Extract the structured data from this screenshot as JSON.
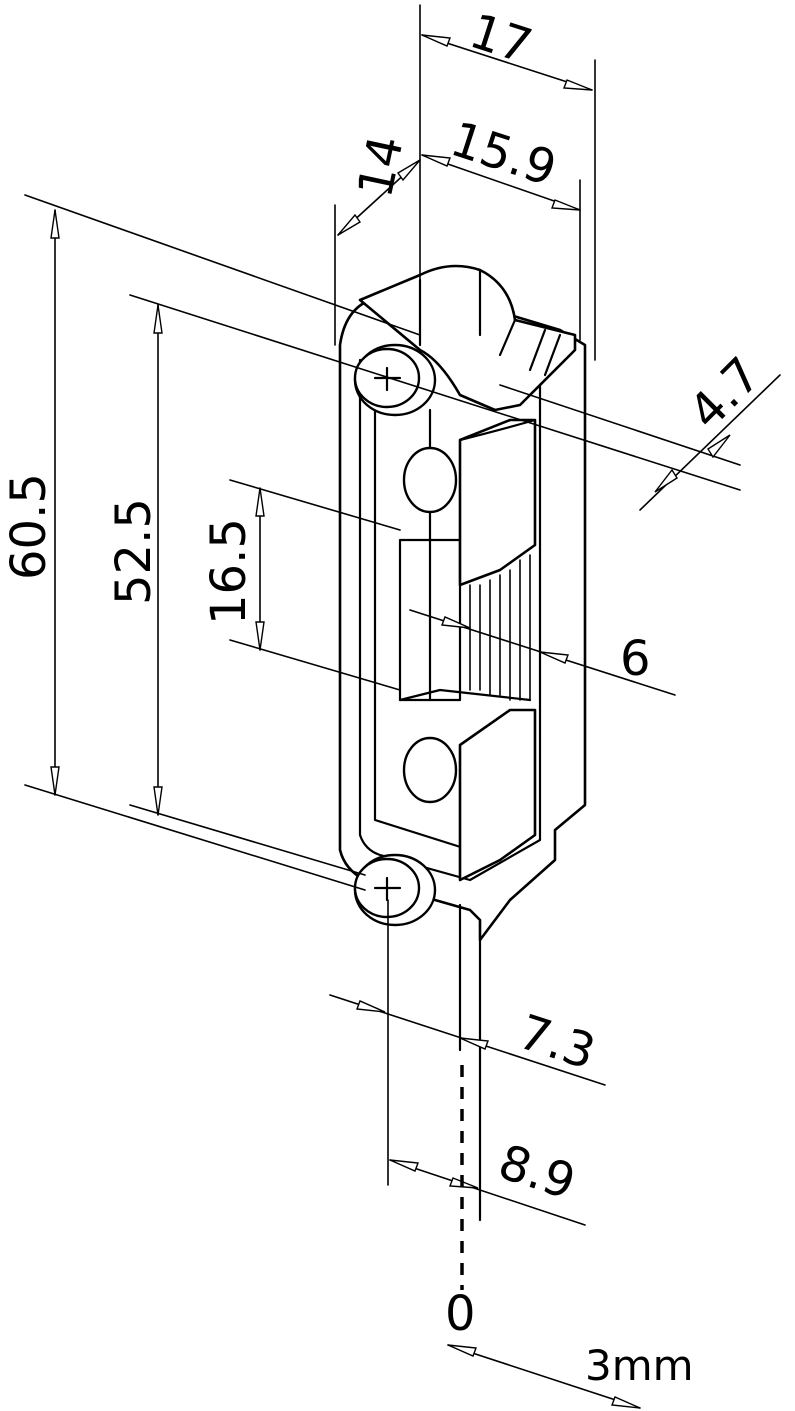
{
  "dimensions": {
    "d17": "17",
    "d14": "14",
    "d15_9": "15.9",
    "d60_5": "60.5",
    "d52_5": "52.5",
    "d16_5": "16.5",
    "d4_7": "4.7",
    "d6": "6",
    "d7_3": "7.3",
    "d8_9": "8.9"
  },
  "scale": {
    "zero": "0",
    "unit": "3mm"
  }
}
